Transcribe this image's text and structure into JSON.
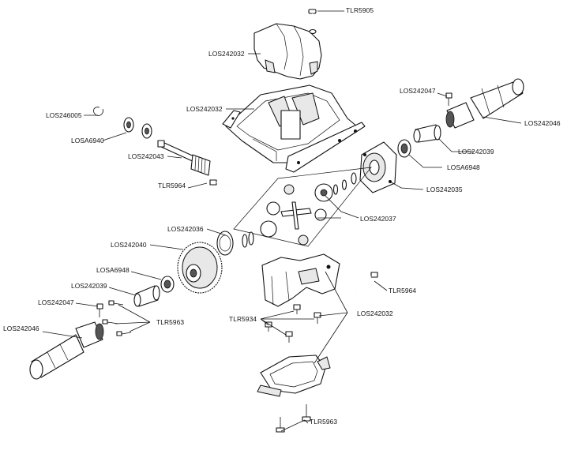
{
  "labels": {
    "tlr5905": "TLR5905",
    "los242032_cap": "LOS242032",
    "los242032_case": "LOS242032",
    "los246005": "LOS246005",
    "losa6940": "LOSA6940",
    "los242043": "LOS242043",
    "tlr5964_left": "TLR5964",
    "los242047_right": "LOS242047",
    "los242046_right": "LOS242046",
    "los242039_right": "LOS242039",
    "losa6948_right": "LOSA6948",
    "los242035": "LOS242035",
    "los242037": "LOS242037",
    "los242036": "LOS242036",
    "los242040": "LOS242040",
    "losa6948_left": "LOSA6948",
    "los242039_left": "LOS242039",
    "los242047_left": "LOS242047",
    "tlr5963_left": "TLR5963",
    "los242046_left": "LOS242046",
    "tlr5964_right": "TLR5964",
    "tlr5934": "TLR5934",
    "los242032_lower": "LOS242032",
    "tlr5963_bottom": "TLR5963"
  }
}
